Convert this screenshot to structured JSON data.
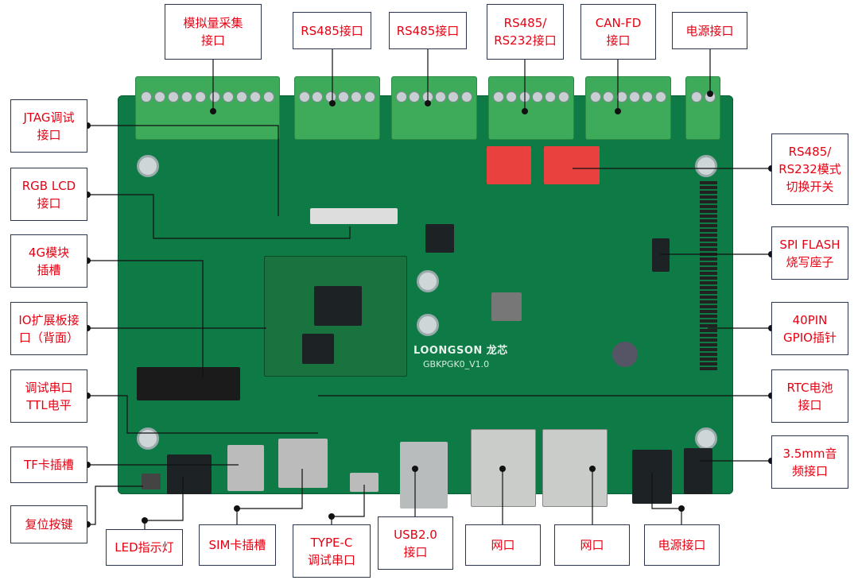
{
  "board": {
    "brand": "LOONGSON 龙芯",
    "model": "GBKPGK0_V1.0"
  },
  "labels": {
    "top": [
      {
        "lines": [
          "模拟量采集",
          "接口"
        ]
      },
      {
        "lines": [
          "RS485接口"
        ]
      },
      {
        "lines": [
          "RS485接口"
        ]
      },
      {
        "lines": [
          "RS485/",
          "RS232接口"
        ]
      },
      {
        "lines": [
          "CAN-FD",
          "接口"
        ]
      },
      {
        "lines": [
          "电源接口"
        ]
      }
    ],
    "left": [
      {
        "lines": [
          "JTAG调试",
          "接口"
        ]
      },
      {
        "lines": [
          "RGB LCD",
          "接口"
        ]
      },
      {
        "lines": [
          "4G模块",
          "插槽"
        ]
      },
      {
        "lines": [
          "IO扩展板接",
          "口（背面）"
        ]
      },
      {
        "lines": [
          "调试串口",
          "TTL电平"
        ]
      },
      {
        "lines": [
          "TF卡插槽"
        ]
      },
      {
        "lines": [
          "复位按键"
        ]
      }
    ],
    "right": [
      {
        "lines": [
          "RS485/",
          "RS232模式",
          "切换开关"
        ]
      },
      {
        "lines": [
          "SPI FLASH",
          "烧写座子"
        ]
      },
      {
        "lines": [
          "40PIN",
          "GPIO插针"
        ]
      },
      {
        "lines": [
          "RTC电池",
          "接口"
        ]
      },
      {
        "lines": [
          "3.5mm音",
          "频接口"
        ]
      }
    ],
    "bottom": [
      {
        "lines": [
          "LED指示灯"
        ]
      },
      {
        "lines": [
          "SIM卡插槽"
        ]
      },
      {
        "lines": [
          "TYPE-C",
          "调试串口"
        ]
      },
      {
        "lines": [
          "USB2.0",
          "接口"
        ]
      },
      {
        "lines": [
          "网口"
        ]
      },
      {
        "lines": [
          "网口"
        ]
      },
      {
        "lines": [
          "电源接口"
        ]
      }
    ]
  },
  "colors": {
    "label_text": "#e60012",
    "label_border": "#2a3550",
    "board": "#0e7a45"
  }
}
